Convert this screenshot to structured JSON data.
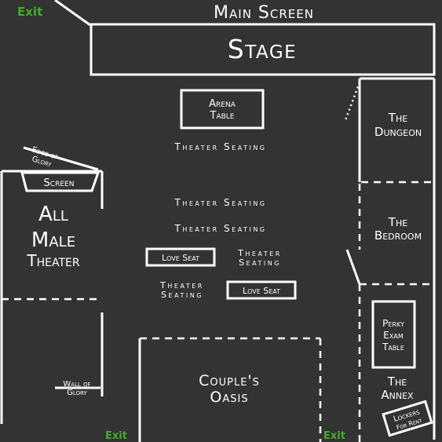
{
  "colors": {
    "background": "#333333",
    "lines": "#ffffff",
    "exit": "#3fae29"
  },
  "exits": {
    "top_left": "Exit",
    "bottom_center": "Exit",
    "bottom_right": "Exit"
  },
  "main_screen": "Main Screen",
  "stage": "Stage",
  "arena_table": {
    "line1": "Arena",
    "line2": "Table"
  },
  "theater_seating": "Theater Seating",
  "theater_seating_stacked": {
    "line1": "Theater",
    "line2": "Seating"
  },
  "love_seat": "Love Seat",
  "edge_of_glory": {
    "line1": "Edge of",
    "line2": "Glory"
  },
  "screen": "Screen",
  "all_male_theater": {
    "line1": "All",
    "line2": "Male",
    "line3": "Theater"
  },
  "wall_of_glory": {
    "line1": "Wall of",
    "line2": "Glory"
  },
  "couples_oasis": {
    "line1": "Couple's",
    "line2": "Oasis"
  },
  "dungeon": {
    "line1": "The",
    "line2": "Dungeon"
  },
  "bedroom": {
    "line1": "The",
    "line2": "Bedroom"
  },
  "perky_exam_table": {
    "line1": "Perky",
    "line2": "Exam",
    "line3": "Table"
  },
  "annex": {
    "line1": "The",
    "line2": "Annex"
  },
  "lockers": {
    "line1": "Lockers",
    "line2": "For Rent"
  }
}
